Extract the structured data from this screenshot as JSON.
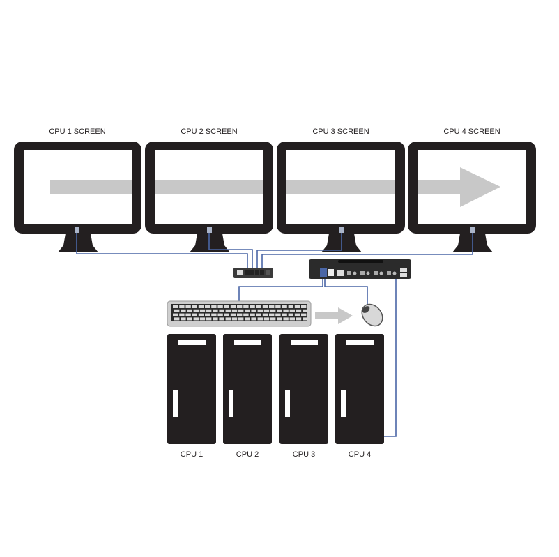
{
  "monitors": [
    {
      "label": "CPU 1 SCREEN"
    },
    {
      "label": "CPU 2 SCREEN"
    },
    {
      "label": "CPU 3 SCREEN"
    },
    {
      "label": "CPU 4 SCREEN"
    }
  ],
  "computers": [
    {
      "label": "CPU 1"
    },
    {
      "label": "CPU 2"
    },
    {
      "label": "CPU 3"
    },
    {
      "label": "CPU 4"
    }
  ],
  "colors": {
    "device": "#231f20",
    "cable": "#4a66a6",
    "arrow": "#c8c8c8"
  }
}
